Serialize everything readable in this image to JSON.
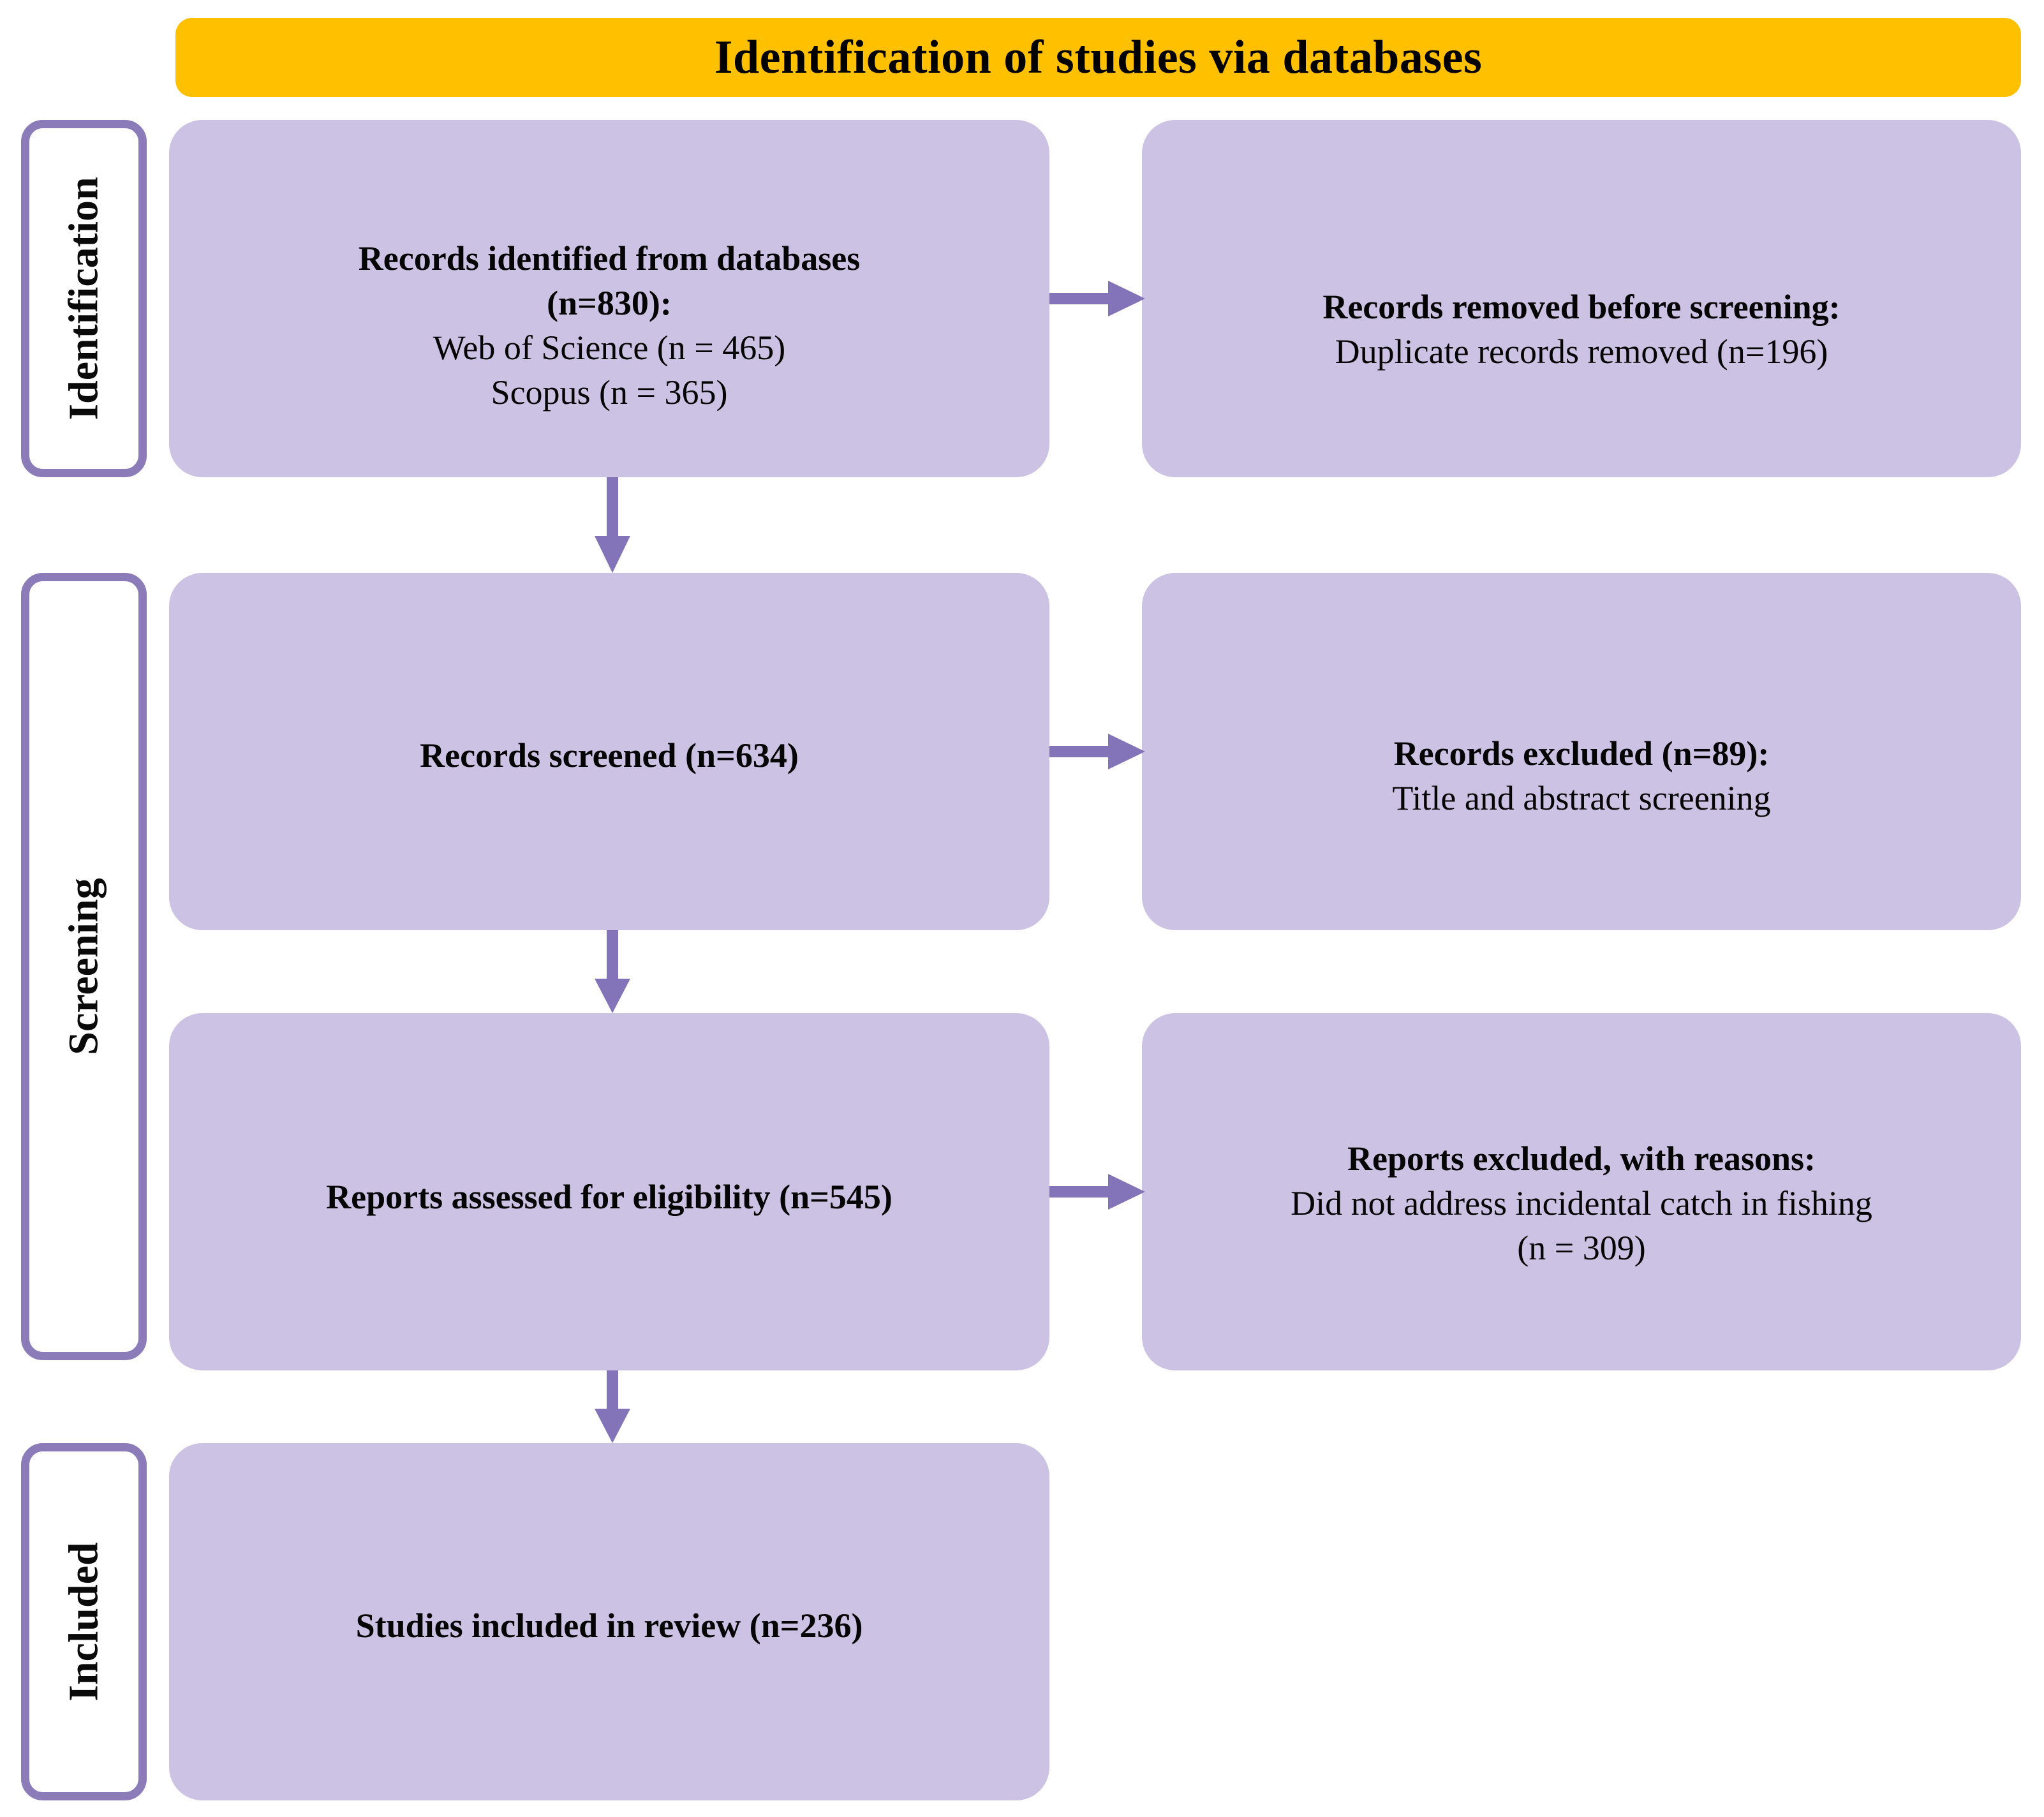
{
  "header": {
    "title": "Identification of studies via databases",
    "background_color": "#FFC000"
  },
  "theme": {
    "box_fill": "#CCC2E3",
    "arrow_color": "#8373B8",
    "label_border": "#8B7BB8",
    "label_fill": "#FFFFFF",
    "text_color": "#000000"
  },
  "stages": [
    {
      "id": "identification",
      "label": "Identification"
    },
    {
      "id": "screening",
      "label": "Screening"
    },
    {
      "id": "included",
      "label": "Included"
    }
  ],
  "boxes": {
    "identified": {
      "line1": "Records identified from databases",
      "line2": "(n=830):",
      "line3": "Web of Science (n = 465)",
      "line4": "Scopus (n = 365)"
    },
    "removed": {
      "line1": "Records removed before screening:",
      "line2": "Duplicate records removed (n=196)"
    },
    "screened": {
      "line1": "Records screened (n=634)"
    },
    "excluded": {
      "line1": "Records excluded (n=89):",
      "line2": "Title and abstract screening"
    },
    "eligibility": {
      "line1": "Reports assessed for eligibility  (n=545)"
    },
    "reports_excluded": {
      "line1": "Reports excluded, with reasons:",
      "line2": "Did not address incidental catch in fishing",
      "line3": "(n = 309)"
    },
    "included": {
      "line1": "Studies included in review (n=236)"
    }
  },
  "chart_data": {
    "type": "diagram",
    "title": "Identification of studies via databases",
    "nodes": [
      {
        "id": "identified",
        "stage": "Identification",
        "column": "left",
        "text": "Records identified from databases (n=830): Web of Science (n = 465), Scopus (n = 365)",
        "n": 830
      },
      {
        "id": "removed",
        "stage": "Identification",
        "column": "right",
        "text": "Records removed before screening: Duplicate records removed (n=196)",
        "n": 196
      },
      {
        "id": "screened",
        "stage": "Screening",
        "column": "left",
        "text": "Records screened (n=634)",
        "n": 634
      },
      {
        "id": "excluded",
        "stage": "Screening",
        "column": "right",
        "text": "Records excluded (n=89): Title and abstract screening",
        "n": 89
      },
      {
        "id": "eligibility",
        "stage": "Screening",
        "column": "left",
        "text": "Reports assessed for eligibility  (n=545)",
        "n": 545
      },
      {
        "id": "reports_excluded",
        "stage": "Screening",
        "column": "right",
        "text": "Reports excluded, with reasons: Did not address incidental catch in fishing (n = 309)",
        "n": 309
      },
      {
        "id": "included",
        "stage": "Included",
        "column": "left",
        "text": "Studies included in review (n=236)",
        "n": 236
      }
    ],
    "edges": [
      {
        "from": "identified",
        "to": "removed",
        "direction": "right"
      },
      {
        "from": "identified",
        "to": "screened",
        "direction": "down"
      },
      {
        "from": "screened",
        "to": "excluded",
        "direction": "right"
      },
      {
        "from": "screened",
        "to": "eligibility",
        "direction": "down"
      },
      {
        "from": "eligibility",
        "to": "reports_excluded",
        "direction": "right"
      },
      {
        "from": "eligibility",
        "to": "included",
        "direction": "down"
      }
    ]
  }
}
